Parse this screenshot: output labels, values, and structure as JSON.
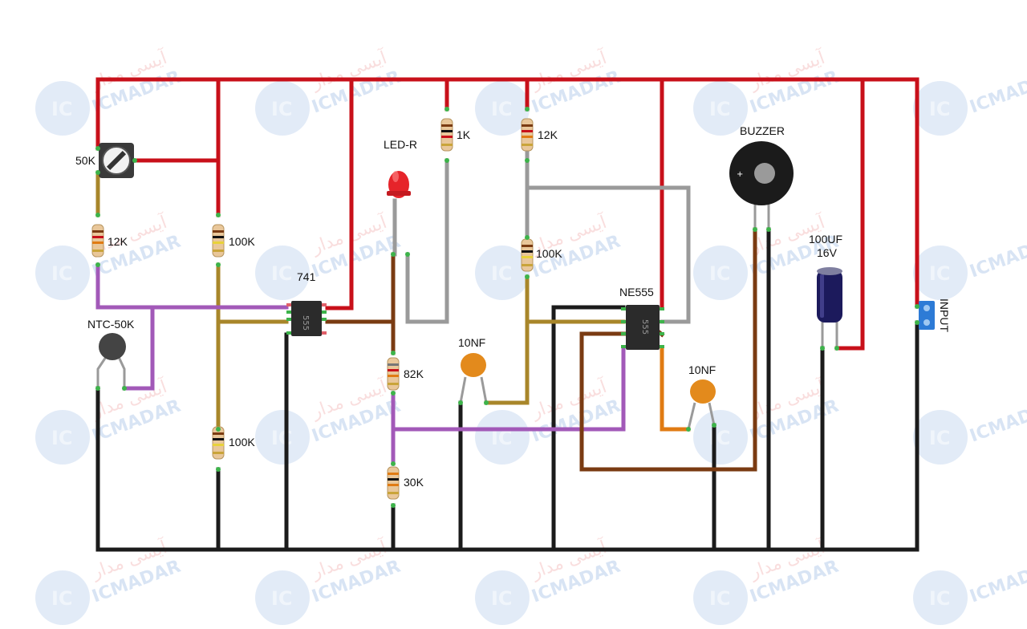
{
  "watermark": {
    "brand": "ICMADAR",
    "badge": "IC",
    "persian": "آیسی مدار"
  },
  "components": {
    "pot": {
      "label": "50K"
    },
    "r_12k_left": {
      "label": "12K"
    },
    "r_100k_top": {
      "label": "100K"
    },
    "r_100k_bottom": {
      "label": "100K"
    },
    "ntc": {
      "label": "NTC-50K"
    },
    "opamp": {
      "label": "741",
      "marking": "555"
    },
    "led": {
      "label": "LED-R"
    },
    "r_1k": {
      "label": "1K"
    },
    "r_82k": {
      "label": "82K"
    },
    "r_30k": {
      "label": "30K"
    },
    "cap_10nf_left": {
      "label": "10NF"
    },
    "r_12k_mid": {
      "label": "12K"
    },
    "r_100k_mid": {
      "label": "100K"
    },
    "timer": {
      "label": "NE555",
      "marking": "555"
    },
    "cap_10nf_right": {
      "label": "10NF"
    },
    "buzzer": {
      "label": "BUZZER"
    },
    "electrolytic": {
      "label_line1": "100UF",
      "label_line2": "16V"
    },
    "terminal": {
      "label": "INPUT"
    }
  },
  "colors": {
    "vcc_wire": "#c8101a",
    "gnd_wire": "#1b1b1b",
    "olive_wire": "#a8862a",
    "purple_wire": "#a259b8",
    "brown_wire": "#7a3b12",
    "gray_wire": "#9a9a9a",
    "orange_wire": "#e07b13",
    "ic_body": "#2b2b2b",
    "led_red": "#e6242a",
    "cap_orange": "#e38a1c",
    "electrolytic_body": "#1c1a5c",
    "terminal_blue": "#2d7bd6"
  }
}
